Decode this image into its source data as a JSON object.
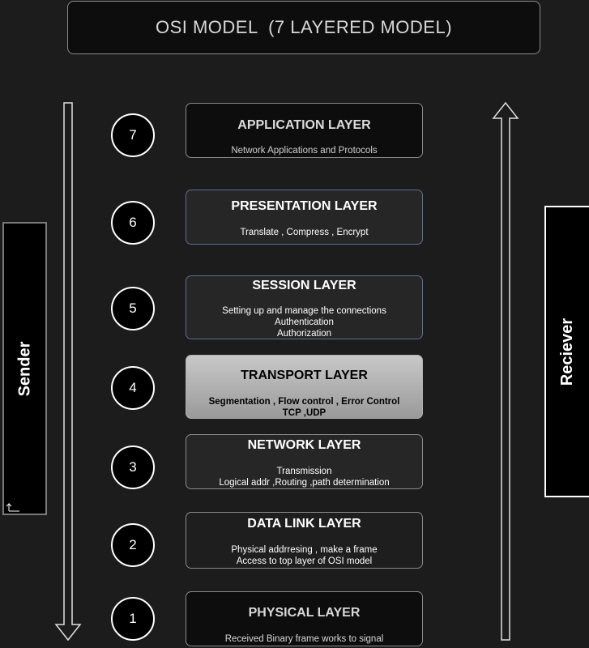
{
  "title": "OSI MODEL  (7 LAYERED MODEL)",
  "sender_label": "Sender",
  "receiver_label": "Reciever",
  "layers": [
    {
      "number": "7",
      "name": "APPLICATION LAYER",
      "description": [
        "Network Applications and Protocols"
      ]
    },
    {
      "number": "6",
      "name": "PRESENTATION LAYER",
      "description": [
        "Translate , Compress , Encrypt"
      ]
    },
    {
      "number": "5",
      "name": "SESSION LAYER",
      "description": [
        "Setting up and manage the connections",
        "Authentication",
        "Authorization"
      ]
    },
    {
      "number": "4",
      "name": "TRANSPORT LAYER",
      "description": [
        "Segmentation , Flow control , Error Control",
        "TCP ,UDP"
      ]
    },
    {
      "number": "3",
      "name": "NETWORK LAYER",
      "description": [
        "Transmission",
        "Logical addr ,Routing ,path determination"
      ]
    },
    {
      "number": "2",
      "name": "DATA LINK LAYER",
      "description": [
        "Physical addrresing , make a frame",
        "Access to top layer of OSI model"
      ]
    },
    {
      "number": "1",
      "name": "PHYSICAL LAYER",
      "description": [
        "Received Binary frame works to signal"
      ]
    }
  ],
  "colors": {
    "background": "#1c1c1c",
    "transport_highlight": "#b4b4b4",
    "session_border": "#5c6f94"
  }
}
